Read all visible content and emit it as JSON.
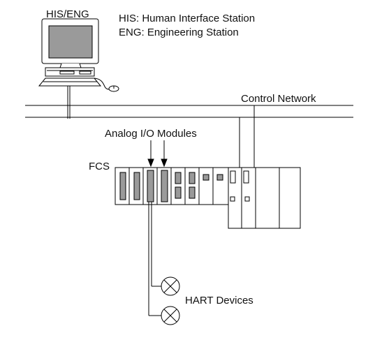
{
  "his_eng_label": "HIS/ENG",
  "legend": {
    "his": "HIS: Human Interface Station",
    "eng": "ENG: Engineering Station"
  },
  "control_network_label": "Control Network",
  "analog_io_label": "Analog I/O Modules",
  "fcs_label": "FCS",
  "hart_devices_label": "HART Devices"
}
